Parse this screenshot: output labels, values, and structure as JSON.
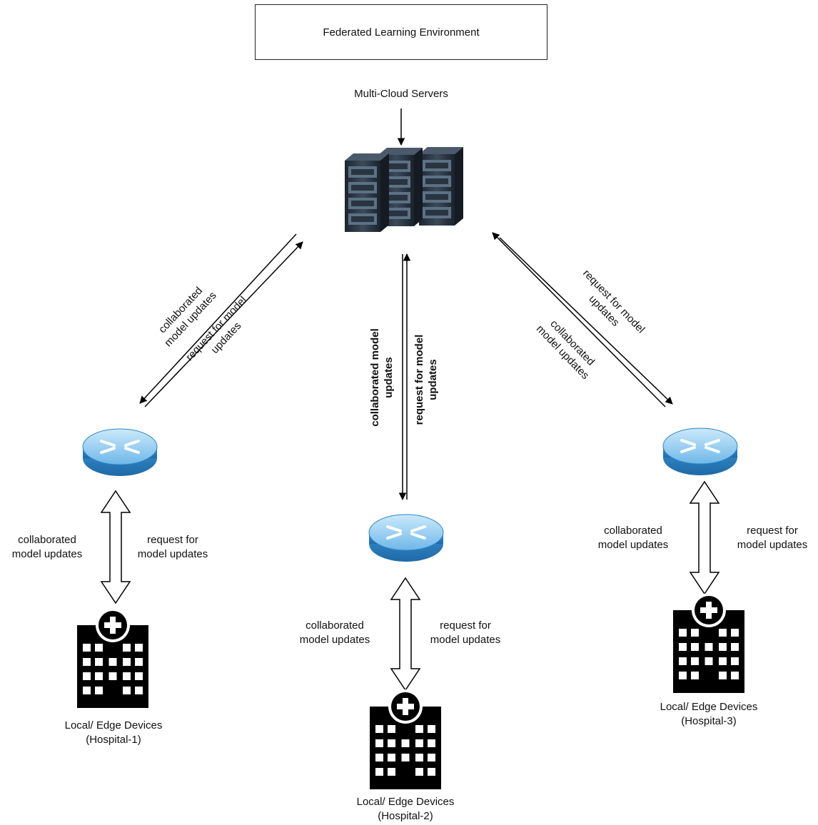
{
  "title": "Federated Learning Environment",
  "server_label": "Multi-Cloud Servers",
  "links_to_cloud": [
    {
      "id": "left",
      "down_label": [
        "collaborated",
        "model updates"
      ],
      "up_label": [
        "request for model",
        "updates"
      ]
    },
    {
      "id": "center",
      "down_label": [
        "collaborated model",
        "updates"
      ],
      "up_label": [
        "request for model",
        "updates"
      ]
    },
    {
      "id": "right",
      "up_label": [
        "request for model",
        "updates"
      ],
      "down_label": [
        "collaborated",
        "model updates"
      ]
    }
  ],
  "edges": [
    {
      "id": "hospital-1",
      "left_label": [
        "collaborated",
        "model updates"
      ],
      "right_label": [
        "request for",
        "model updates"
      ],
      "device_label": [
        "Local/ Edge Devices",
        "(Hospital-1)"
      ]
    },
    {
      "id": "hospital-2",
      "left_label": [
        "collaborated",
        "model updates"
      ],
      "right_label": [
        "request for",
        "model updates"
      ],
      "device_label": [
        "Local/ Edge Devices",
        "(Hospital-2)"
      ]
    },
    {
      "id": "hospital-3",
      "left_label": [
        "collaborated",
        "model updates"
      ],
      "right_label": [
        "request for",
        "model updates"
      ],
      "device_label": [
        "Local/ Edge Devices",
        "(Hospital-3)"
      ]
    }
  ],
  "icons": {
    "server": "server-rack-icon",
    "router": "router-icon",
    "hospital": "hospital-building-icon"
  },
  "colors": {
    "router_light": "#9fd3f3",
    "router_dark": "#2f86c6",
    "server_body": "#2a3440",
    "hospital": "#000000"
  }
}
